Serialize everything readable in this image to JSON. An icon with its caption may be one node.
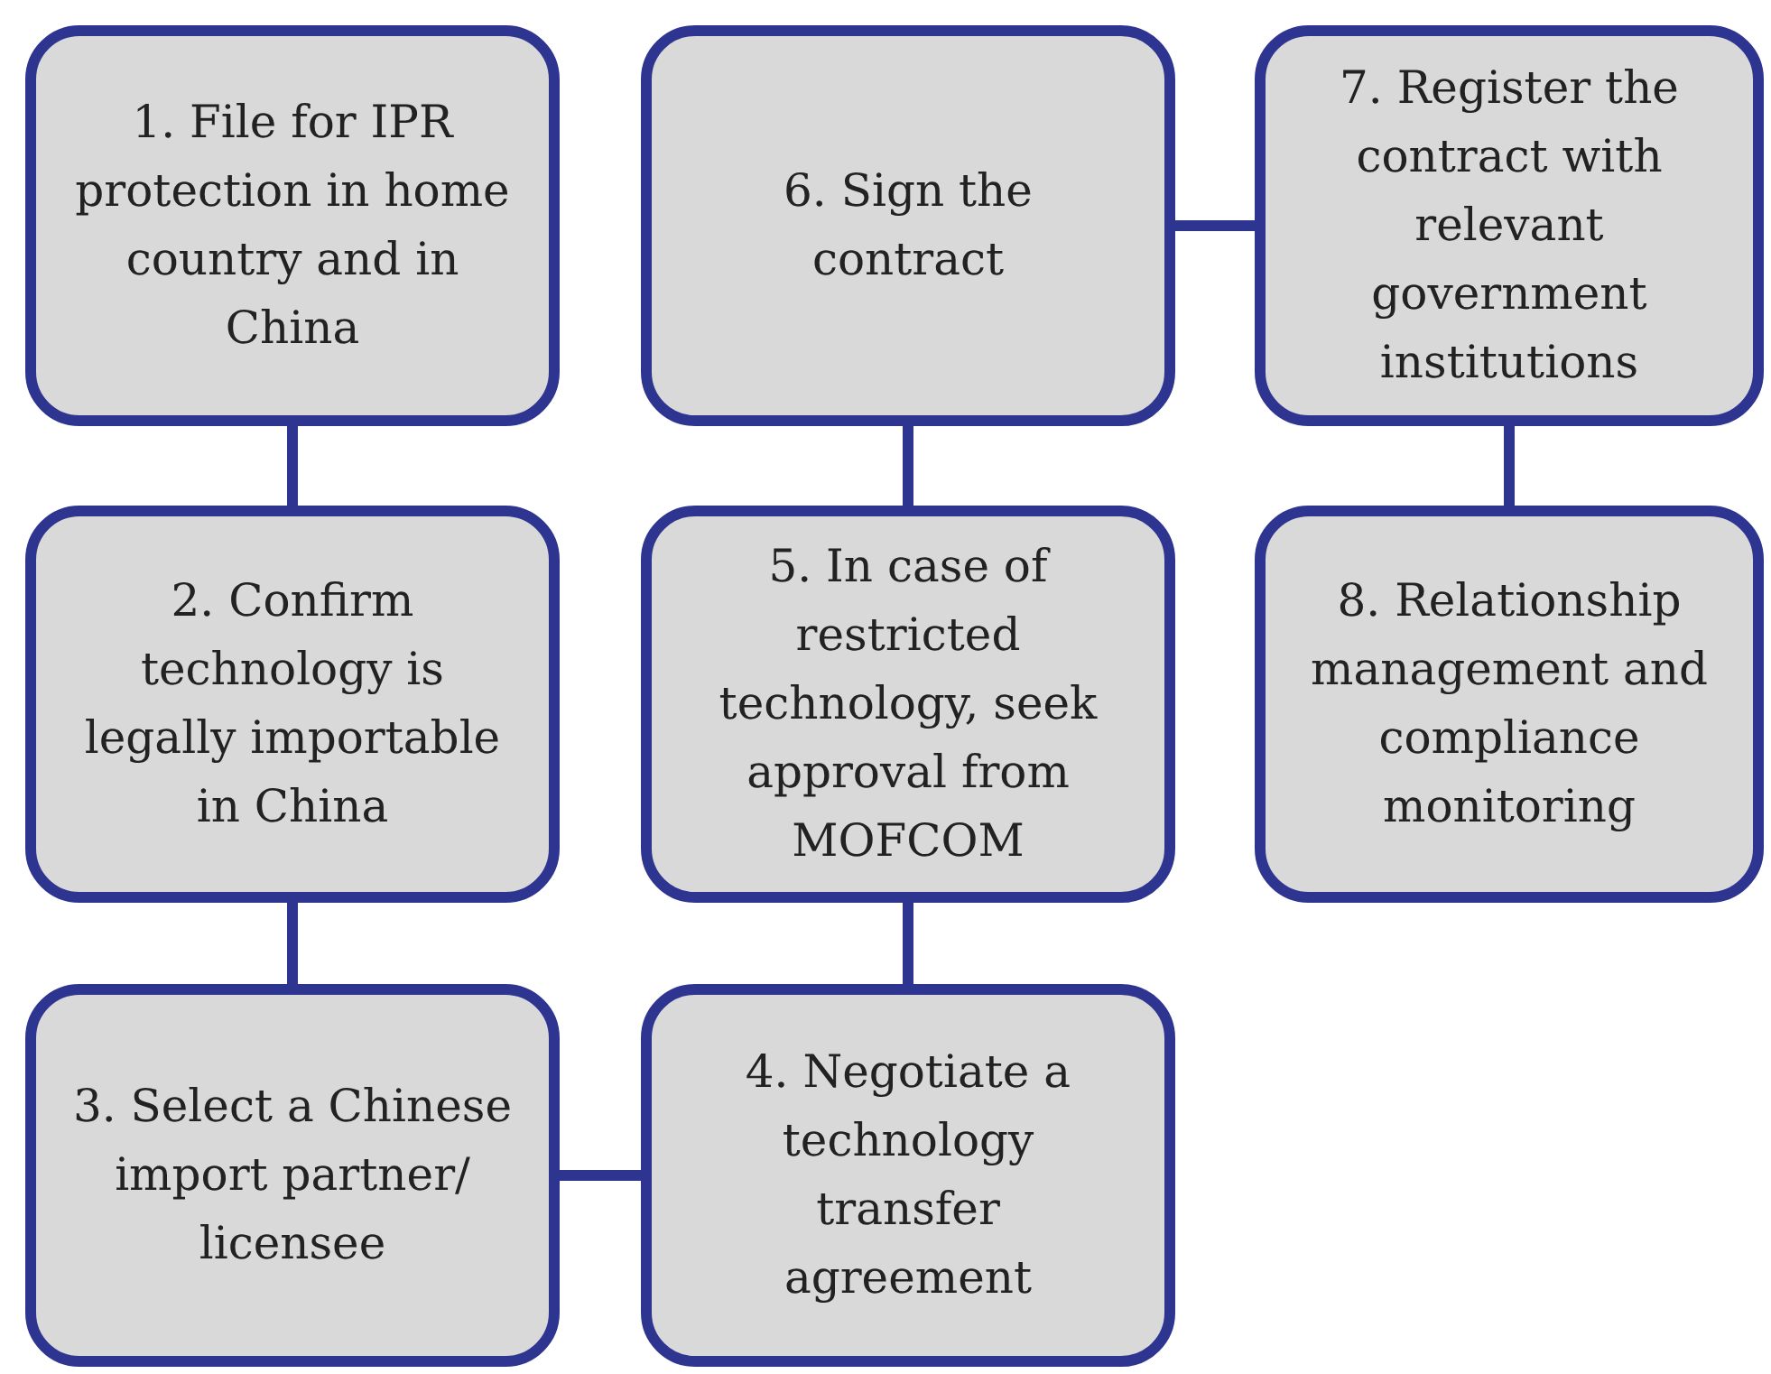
{
  "diagram": {
    "nodes": [
      {
        "text": [
          "1. File for IPR protection in home country and in China"
        ]
      },
      {
        "text": [
          "2. Confirm technology is legally importable in China"
        ]
      },
      {
        "text": [
          "3. Select a Chinese import partner/ licensee"
        ]
      },
      {
        "text": [
          "4. Negotiate a technology transfer agreement"
        ]
      },
      {
        "text": [
          "5. In case of restricted technology, seek approval from MOFCOM"
        ]
      },
      {
        "text": [
          "6. Sign the contract"
        ]
      },
      {
        "text": [
          "7. Register the contract with relevant government institutions"
        ]
      },
      {
        "text": [
          "8. Relationship management and compliance monitoring"
        ]
      }
    ],
    "edges": [
      {
        "from": 0,
        "to": 1,
        "arrow": "none"
      },
      {
        "from": 1,
        "to": 2,
        "arrow": "none"
      },
      {
        "from": 2,
        "to": 3,
        "arrow": "none"
      },
      {
        "from": 3,
        "to": 4,
        "arrow": "none"
      },
      {
        "from": 4,
        "to": 5,
        "arrow": "none"
      },
      {
        "from": 5,
        "to": 6,
        "arrow": "none"
      },
      {
        "from": 6,
        "to": 7,
        "arrow": "none"
      }
    ]
  }
}
